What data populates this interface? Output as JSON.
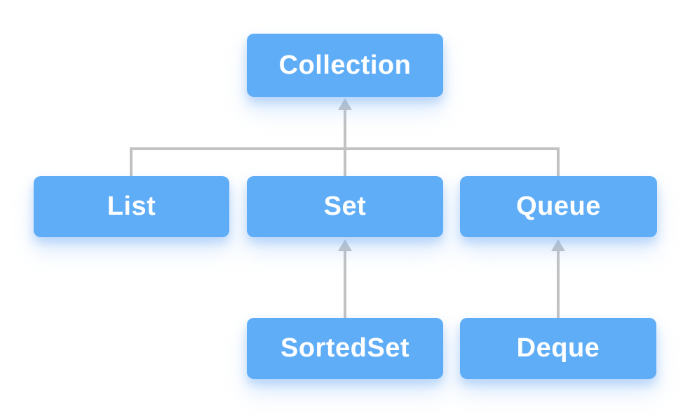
{
  "diagram": {
    "type": "hierarchy",
    "nodes": [
      {
        "id": "collection",
        "label": "Collection"
      },
      {
        "id": "list",
        "label": "List"
      },
      {
        "id": "set",
        "label": "Set"
      },
      {
        "id": "queue",
        "label": "Queue"
      },
      {
        "id": "sortedset",
        "label": "SortedSet"
      },
      {
        "id": "deque",
        "label": "Deque"
      }
    ],
    "edges": [
      {
        "from": "List",
        "to": "Collection",
        "arrowhead": "at-Collection"
      },
      {
        "from": "Set",
        "to": "Collection",
        "arrowhead": "at-Collection"
      },
      {
        "from": "Queue",
        "to": "Collection",
        "arrowhead": "at-Collection"
      },
      {
        "from": "SortedSet",
        "to": "Set",
        "arrowhead": "at-Set"
      },
      {
        "from": "Deque",
        "to": "Queue",
        "arrowhead": "at-Queue"
      }
    ]
  },
  "colors": {
    "node_fill": "#5fadf7",
    "node_text": "#ffffff",
    "node_shadow": "rgba(140,185,245,0.4)",
    "connector": "#c2c2c2",
    "background": "#ffffff"
  }
}
